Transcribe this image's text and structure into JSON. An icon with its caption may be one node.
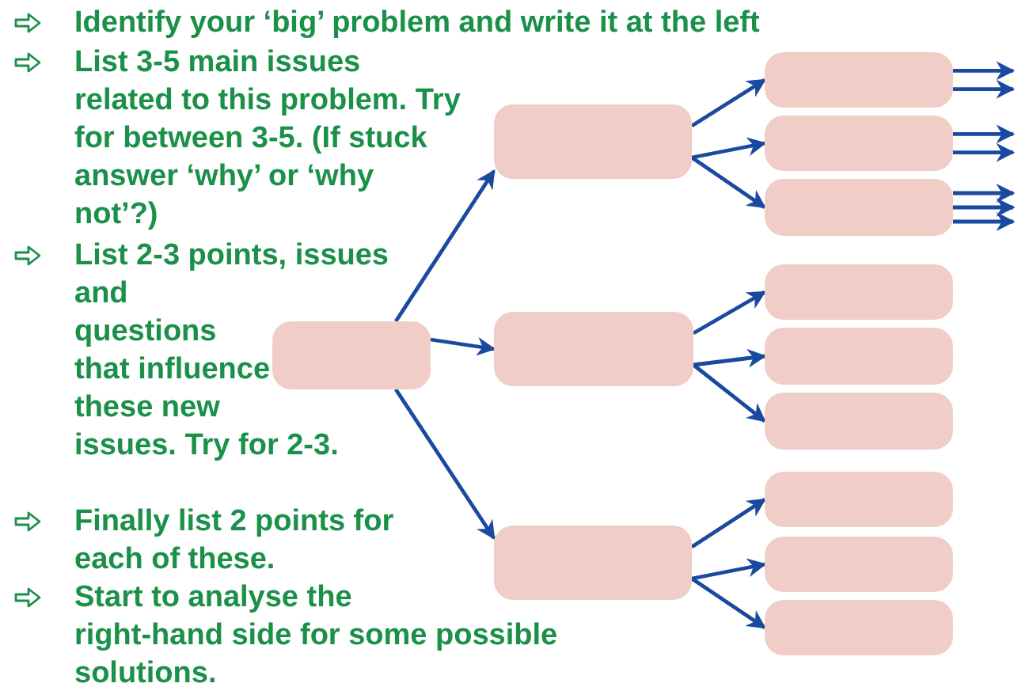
{
  "diagram": {
    "nodes": [
      {
        "text": [],
        "shape": "box"
      },
      {
        "text": [],
        "shape": "box"
      },
      {
        "text": [],
        "shape": "box"
      },
      {
        "text": [],
        "shape": "box"
      },
      {
        "text": [],
        "shape": "box"
      },
      {
        "text": [],
        "shape": "box"
      },
      {
        "text": [],
        "shape": "box"
      },
      {
        "text": [],
        "shape": "box"
      },
      {
        "text": [],
        "shape": "box"
      },
      {
        "text": [],
        "shape": "box"
      },
      {
        "text": [],
        "shape": "box"
      },
      {
        "text": [],
        "shape": "box"
      },
      {
        "text": [],
        "shape": "box"
      }
    ],
    "edges": [
      {
        "from": 0,
        "to": 1,
        "arrow": "to"
      },
      {
        "from": 0,
        "to": 2,
        "arrow": "to"
      },
      {
        "from": 0,
        "to": 3,
        "arrow": "to"
      },
      {
        "from": 1,
        "to": 4,
        "arrow": "to"
      },
      {
        "from": 1,
        "to": 5,
        "arrow": "to"
      },
      {
        "from": 1,
        "to": 6,
        "arrow": "to"
      },
      {
        "from": 2,
        "to": 7,
        "arrow": "to"
      },
      {
        "from": 2,
        "to": 8,
        "arrow": "to"
      },
      {
        "from": 2,
        "to": 9,
        "arrow": "to"
      },
      {
        "from": 3,
        "to": 10,
        "arrow": "to"
      },
      {
        "from": 3,
        "to": 11,
        "arrow": "to"
      },
      {
        "from": 3,
        "to": 12,
        "arrow": "to"
      },
      {
        "from": 4,
        "to": null,
        "arrow": "to"
      },
      {
        "from": 4,
        "to": null,
        "arrow": "to"
      },
      {
        "from": 5,
        "to": null,
        "arrow": "to"
      },
      {
        "from": 5,
        "to": null,
        "arrow": "to"
      },
      {
        "from": 6,
        "to": null,
        "arrow": "to"
      },
      {
        "from": 6,
        "to": null,
        "arrow": "to"
      },
      {
        "from": 6,
        "to": null,
        "arrow": "to"
      }
    ],
    "labels": [
      "Identify your ‘big’ problem and write it at the left",
      "List 3-5 main issues related to this problem. Try for between 3-5. (If stuck answer ‘why’ or ‘why not’?)",
      "List 2-3 points, issues and questions that influence these new issues. Try for 2-3.",
      "Finally list 2 points for each of these.",
      "Start to analyse the right-hand side for some possible solutions."
    ]
  }
}
